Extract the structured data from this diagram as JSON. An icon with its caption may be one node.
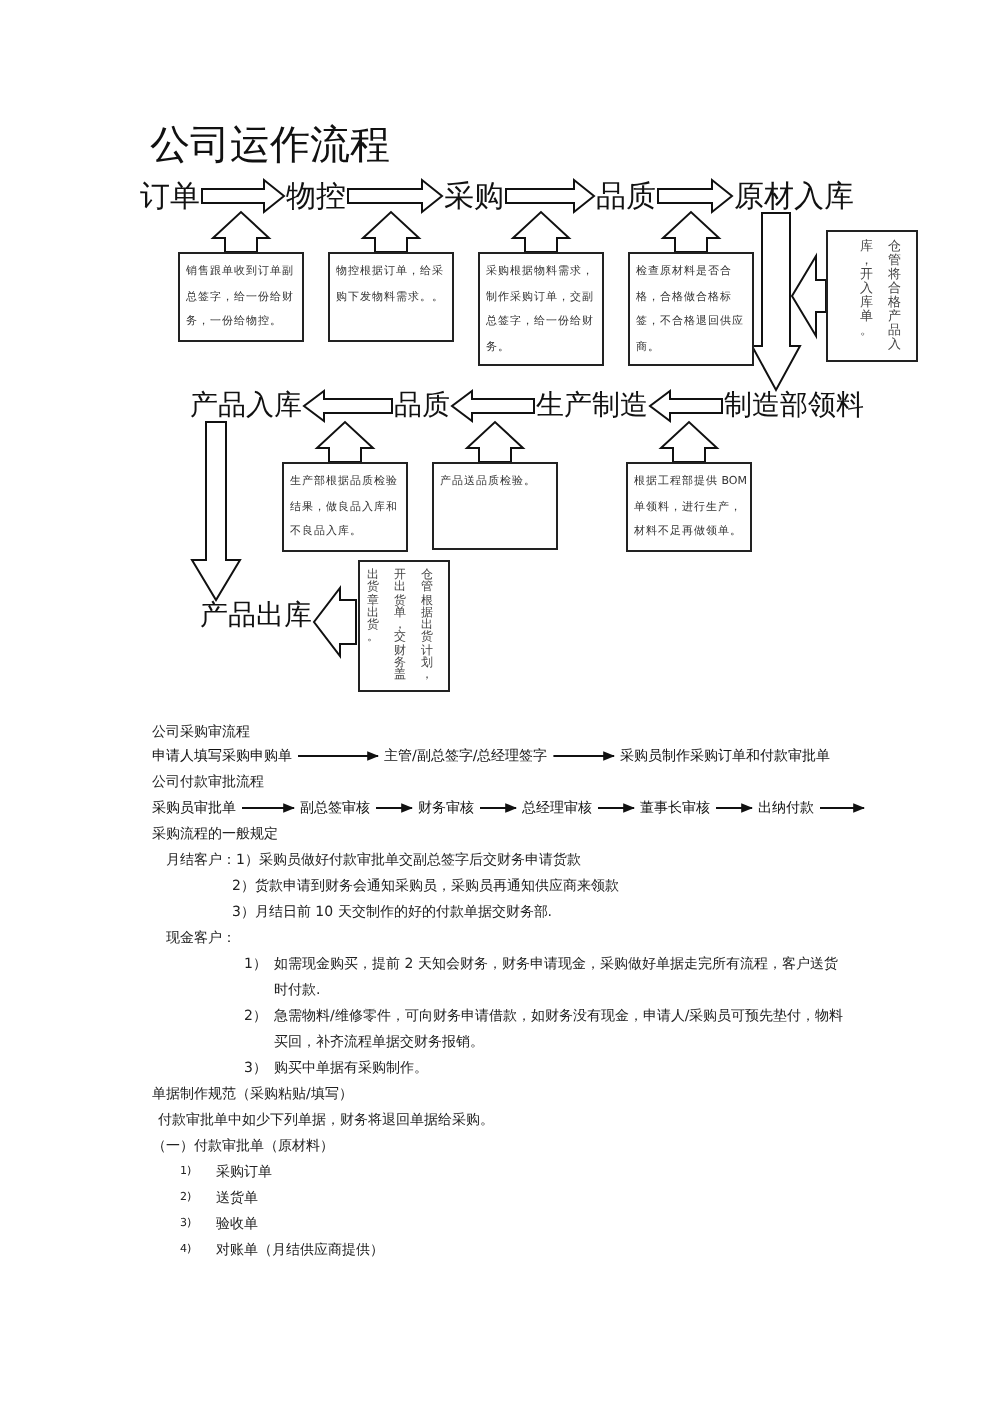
{
  "diagram": {
    "title": "公司运作流程",
    "nodes": [
      {
        "text": [
          "订单"
        ]
      },
      {
        "text": [
          "物控"
        ]
      },
      {
        "text": [
          "采购"
        ]
      },
      {
        "text": [
          "品质"
        ]
      },
      {
        "text": [
          "原材入库"
        ]
      },
      {
        "text": [
          "销售跟单收到订单副总签字，给一份给财务，一份给物控。"
        ]
      },
      {
        "text": [
          "物控根据订单，给采购下发物料需求。。"
        ]
      },
      {
        "text": [
          "采购根据物料需求，制作采购订单，交副总签字，给一份给财务。"
        ]
      },
      {
        "text": [
          "检查原材料是否合格，合格做合格标签，不合格退回供应商。"
        ]
      },
      {
        "text": [
          "仓管将合格产品入库，开入库单。"
        ]
      },
      {
        "text": [
          "产品入库"
        ]
      },
      {
        "text": [
          "品质"
        ]
      },
      {
        "text": [
          "生产制造"
        ]
      },
      {
        "text": [
          "制造部领料"
        ]
      },
      {
        "text": [
          "生产部根据品质检验结果，做良品入库和不良品入库。"
        ]
      },
      {
        "text": [
          "产品送品质检验。"
        ]
      },
      {
        "text": [
          "根据工程部提供 BOM 单领料，进行生产，材料不足再做领单。"
        ]
      },
      {
        "text": [
          "产品出库"
        ]
      },
      {
        "text": [
          "仓管根据出货计划，开出货单，交财务盖出货章出货。"
        ]
      },
      {
        "text": [
          "申请人填写采购申购单"
        ]
      },
      {
        "text": [
          "主管/副总签字/总经理签字"
        ]
      },
      {
        "text": [
          "采购员制作采购订单和付款审批单"
        ]
      },
      {
        "text": [
          "采购员审批单"
        ]
      },
      {
        "text": [
          "副总签审核"
        ]
      },
      {
        "text": [
          "财务审核"
        ]
      },
      {
        "text": [
          "总经理审核"
        ]
      },
      {
        "text": [
          "董事长审核"
        ]
      },
      {
        "text": [
          "出纳付款"
        ]
      }
    ],
    "edges": [
      {
        "from": 0,
        "to": 1,
        "arrow": "to"
      },
      {
        "from": 1,
        "to": 2,
        "arrow": "to"
      },
      {
        "from": 2,
        "to": 3,
        "arrow": "to"
      },
      {
        "from": 3,
        "to": 4,
        "arrow": "to"
      },
      {
        "from": 5,
        "to": null,
        "arrow": "to"
      },
      {
        "from": 6,
        "to": null,
        "arrow": "to"
      },
      {
        "from": 7,
        "to": null,
        "arrow": "to"
      },
      {
        "from": 8,
        "to": null,
        "arrow": "to"
      },
      {
        "from": 4,
        "to": 13,
        "arrow": "to"
      },
      {
        "from": 9,
        "to": null,
        "arrow": "to"
      },
      {
        "from": 13,
        "to": 12,
        "arrow": "to"
      },
      {
        "from": 12,
        "to": 11,
        "arrow": "to"
      },
      {
        "from": 11,
        "to": 10,
        "arrow": "to"
      },
      {
        "from": 14,
        "to": null,
        "arrow": "to"
      },
      {
        "from": 15,
        "to": null,
        "arrow": "to"
      },
      {
        "from": 16,
        "to": null,
        "arrow": "to"
      },
      {
        "from": 10,
        "to": 17,
        "arrow": "to"
      },
      {
        "from": 18,
        "to": 17,
        "arrow": "to"
      },
      {
        "from": 19,
        "to": 20,
        "arrow": "to"
      },
      {
        "from": 20,
        "to": 21,
        "arrow": "to"
      },
      {
        "from": 22,
        "to": 23,
        "arrow": "to"
      },
      {
        "from": 23,
        "to": 24,
        "arrow": "to"
      },
      {
        "from": 24,
        "to": 25,
        "arrow": "to"
      },
      {
        "from": 25,
        "to": 26,
        "arrow": "to"
      },
      {
        "from": 26,
        "to": 27,
        "arrow": "to"
      },
      {
        "from": 27,
        "to": null,
        "arrow": "to"
      }
    ],
    "labels": [
      "公司采购审流程",
      "公司付款审批流程",
      "采购流程的一般规定",
      "月结客户：1）采购员做好付款审批单交副总签字后交财务申请货款",
      "2）货款申请到财务会通知采购员，采购员再通知供应商来领款",
      "3）月结日前 10 天交制作的好的付款单据交财务部.",
      "现金客户：",
      "1）",
      "如需现金购买，提前 2 天知会财务，财务申请现金，采购做好单据走完所有流程，客户送货时付款.",
      "2）",
      "急需物料/维修零件，可向财务申请借款，如财务没有现金，申请人/采购员可预先垫付，物料买回，补齐流程单据交财务报销。",
      "3）",
      "购买中单据有采购制作。",
      "单据制作规范（采购粘贴/填写）",
      "付款审批单中如少下列单据，财务将退回单据给采购。",
      "（一）付款审批单（原材料）",
      "1)",
      "采购订单",
      "2)",
      "送货单",
      "3)",
      "验收单",
      "4)",
      "对账单（月结供应商提供）"
    ]
  }
}
